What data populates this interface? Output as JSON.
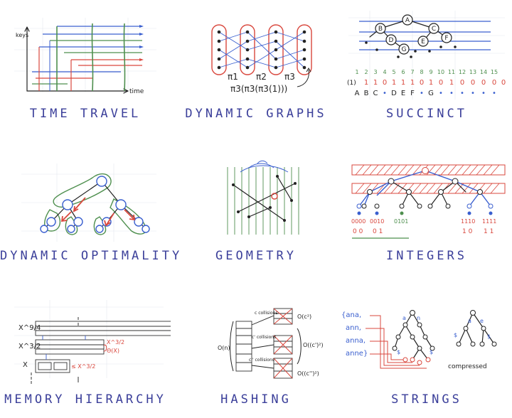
{
  "topics": [
    {
      "id": "time-travel",
      "label": "TIME TRAVEL",
      "axis_y": "keys",
      "axis_x": "time"
    },
    {
      "id": "dynamic-graphs",
      "label": "DYNAMIC GRAPHS",
      "pi1": "π1",
      "pi2": "π2",
      "pi3": "π3",
      "formula": "π3(π3(π3(1)))"
    },
    {
      "id": "succinct",
      "label": "SUCCINCT",
      "nodes": [
        "A",
        "B",
        "C",
        "D",
        "E",
        "F",
        "G"
      ],
      "indices": [
        "1",
        "2",
        "3",
        "4",
        "5",
        "6",
        "7",
        "8",
        "9",
        "10",
        "11",
        "12",
        "13",
        "14",
        "15"
      ],
      "bits_prefix": "(1)",
      "bits": [
        "1",
        "1",
        "0",
        "1",
        "1",
        "1",
        "0",
        "1",
        "0",
        "1",
        "0",
        "0",
        "0",
        "0",
        "0"
      ],
      "letters": [
        "A",
        "B",
        "C",
        "•",
        "D",
        "E",
        "F",
        "•",
        "G",
        "•",
        "•",
        "•",
        "•",
        "•",
        "•"
      ]
    },
    {
      "id": "dynamic-optimality",
      "label": "DYNAMIC OPTIMALITY"
    },
    {
      "id": "geometry",
      "label": "GEOMETRY"
    },
    {
      "id": "integers",
      "label": "INTEGERS",
      "codes": [
        "0000",
        "0010",
        "0101",
        "1110",
        "1111"
      ],
      "short_codes": [
        "0 0",
        "0 1",
        "1 0",
        "1 1"
      ]
    },
    {
      "id": "memory-hierarchy",
      "label": "MEMORY HIERARCHY",
      "levels": [
        "X^9/4",
        "X^3/2",
        "X"
      ],
      "notes": [
        "X^3/2",
        "Θ(X)",
        "≤ X^3/2"
      ]
    },
    {
      "id": "hashing",
      "label": "HASHING",
      "notes": [
        "c collisions",
        "c' collisions",
        "c'' collisions",
        "O(c²)",
        "O(n)",
        "O((c')²)",
        "O((c'')²)"
      ]
    },
    {
      "id": "strings",
      "label": "STRINGS",
      "words": [
        "{ana,",
        "ann,",
        "anna,",
        "anne}"
      ],
      "compressed_note": "compressed",
      "tree_labels": [
        "a",
        "n",
        "a",
        "e",
        "$",
        "$",
        "$",
        "$"
      ]
    }
  ]
}
